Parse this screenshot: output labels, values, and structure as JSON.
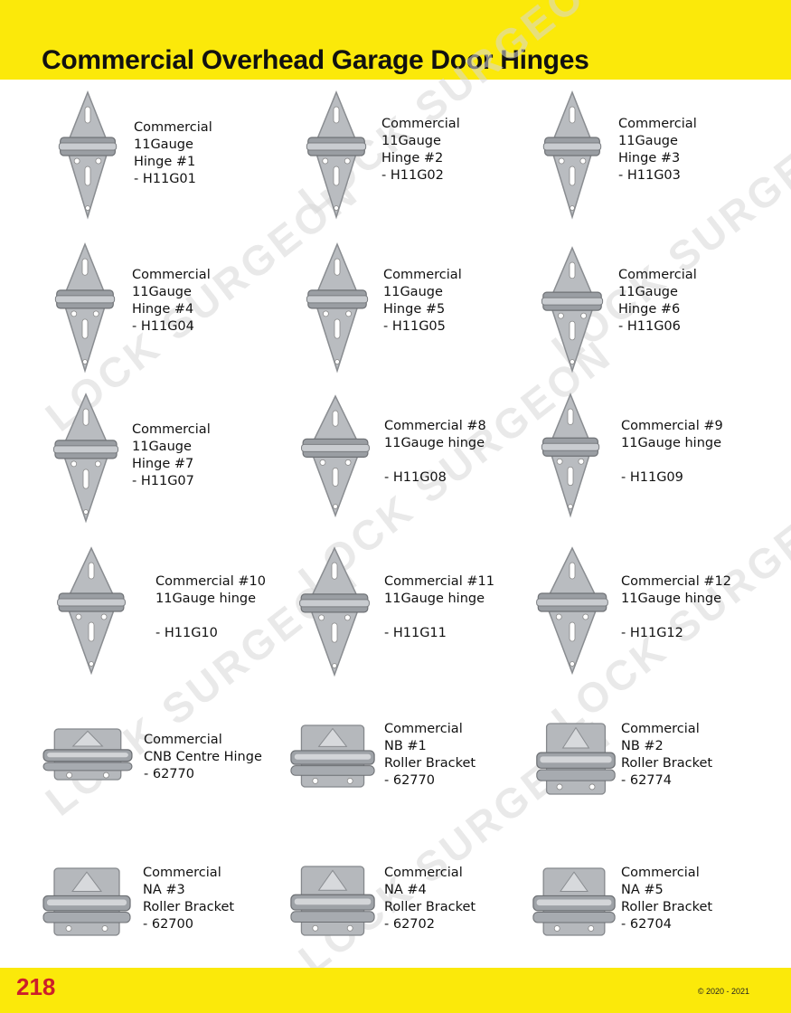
{
  "header": {
    "title": "Commercial Overhead Garage Door Hinges"
  },
  "footer": {
    "page_number": "218",
    "copyright": "© 2020 - 2021"
  },
  "watermark": {
    "text": "LOCK SURGEON"
  },
  "products": [
    {
      "lines": [
        "Commercial",
        "11Gauge",
        "Hinge #1",
        "- H11G01"
      ],
      "shape": "hinge"
    },
    {
      "lines": [
        "Commercial",
        "11Gauge",
        "Hinge #2",
        "- H11G02"
      ],
      "shape": "hinge"
    },
    {
      "lines": [
        "Commercial",
        "11Gauge",
        "Hinge #3",
        "- H11G03"
      ],
      "shape": "hinge"
    },
    {
      "lines": [
        "Commercial",
        "11Gauge",
        "Hinge #4",
        "- H11G04"
      ],
      "shape": "hinge"
    },
    {
      "lines": [
        "Commercial",
        "11Gauge",
        "Hinge #5",
        "- H11G05"
      ],
      "shape": "hinge"
    },
    {
      "lines": [
        "Commercial",
        "11Gauge",
        "Hinge #6",
        "- H11G06"
      ],
      "shape": "hinge"
    },
    {
      "lines": [
        "Commercial",
        "11Gauge",
        "Hinge #7",
        "- H11G07"
      ],
      "shape": "hinge"
    },
    {
      "lines": [
        "Commercial #8",
        "11Gauge hinge",
        "",
        "- H11G08"
      ],
      "shape": "hinge"
    },
    {
      "lines": [
        "Commercial #9",
        "11Gauge hinge",
        "",
        "- H11G09"
      ],
      "shape": "hinge"
    },
    {
      "lines": [
        "Commercial #10",
        "11Gauge hinge",
        "",
        "- H11G10"
      ],
      "shape": "hinge"
    },
    {
      "lines": [
        "Commercial #11",
        "11Gauge hinge",
        "",
        "- H11G11"
      ],
      "shape": "hinge"
    },
    {
      "lines": [
        "Commercial #12",
        "11Gauge hinge",
        "",
        "- H11G12"
      ],
      "shape": "hinge"
    },
    {
      "lines": [
        "Commercial",
        "CNB Centre Hinge",
        "- 62770"
      ],
      "shape": "bracket"
    },
    {
      "lines": [
        "Commercial",
        "NB #1",
        "Roller Bracket",
        "- 62770"
      ],
      "shape": "bracket"
    },
    {
      "lines": [
        "Commercial",
        "NB #2",
        "Roller Bracket",
        "- 62774"
      ],
      "shape": "bracket"
    },
    {
      "lines": [
        "Commercial",
        "NA #3",
        "Roller Bracket",
        "- 62700"
      ],
      "shape": "bracket"
    },
    {
      "lines": [
        "Commercial",
        "NA #4",
        "Roller Bracket",
        "- 62702"
      ],
      "shape": "bracket"
    },
    {
      "lines": [
        "Commercial",
        "NA #5",
        "Roller Bracket",
        "- 62704"
      ],
      "shape": "bracket"
    }
  ]
}
